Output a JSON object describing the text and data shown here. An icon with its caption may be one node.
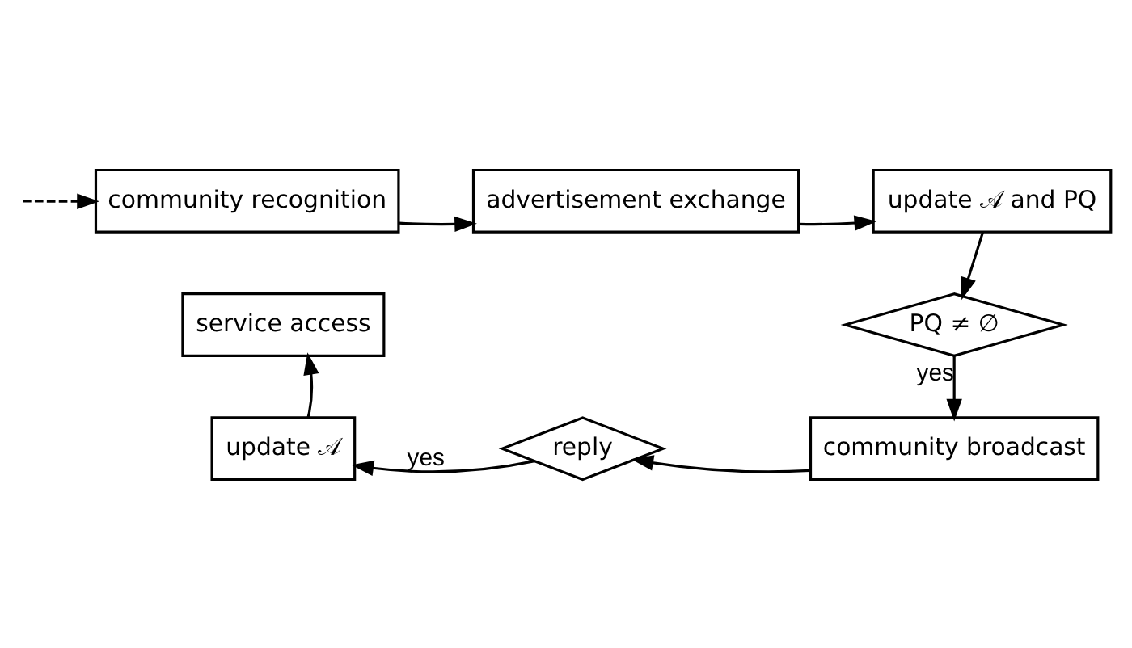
{
  "diagram": {
    "nodes": [
      {
        "text": [
          "community recognition"
        ]
      },
      {
        "text": [
          "advertisement exchange"
        ]
      },
      {
        "text": [
          "update 𝒜 and PQ"
        ]
      },
      {
        "text": [
          "PQ ≠ ∅"
        ]
      },
      {
        "text": [
          "community broadcast"
        ]
      },
      {
        "text": [
          "reply"
        ]
      },
      {
        "text": [
          "update 𝒜"
        ]
      },
      {
        "text": [
          "service access"
        ]
      }
    ],
    "edges": [
      {
        "from": null,
        "to": 0,
        "arrow": "to",
        "style": "dashed"
      },
      {
        "from": 0,
        "to": 1,
        "arrow": "to"
      },
      {
        "from": 1,
        "to": 2,
        "arrow": "to"
      },
      {
        "from": 2,
        "to": 3,
        "arrow": "to"
      },
      {
        "from": 3,
        "to": 4,
        "arrow": "to",
        "label": "yes"
      },
      {
        "from": 4,
        "to": 5,
        "arrow": "to"
      },
      {
        "from": 5,
        "to": 6,
        "arrow": "to",
        "label": "yes"
      },
      {
        "from": 6,
        "to": 7,
        "arrow": "to"
      }
    ]
  }
}
